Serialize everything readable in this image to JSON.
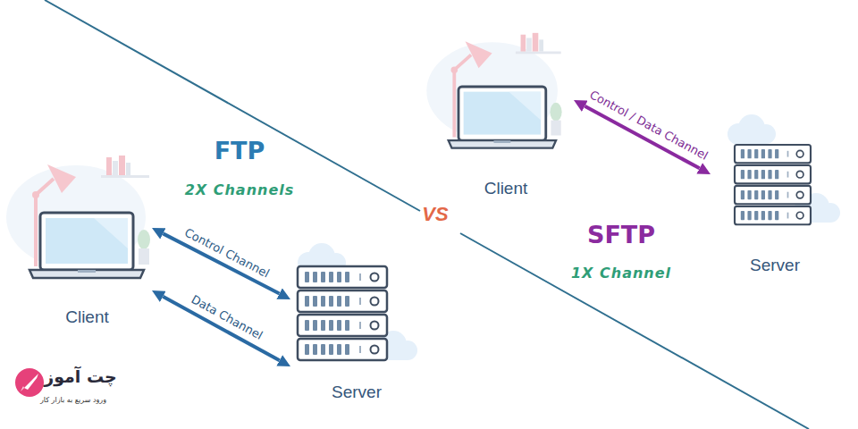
{
  "diagram": {
    "nodes": [
      {
        "text": [
          "Client"
        ]
      },
      {
        "text": [
          "Server"
        ]
      },
      {
        "text": [
          "Client"
        ]
      },
      {
        "text": [
          "Server"
        ]
      }
    ],
    "edges": [
      {
        "from": 0,
        "to": 1,
        "label": "Control Channel",
        "arrow": "both"
      },
      {
        "from": 0,
        "to": 1,
        "label": "Data Channel",
        "arrow": "both"
      },
      {
        "from": 2,
        "to": 3,
        "label": "Control / Data Channel",
        "arrow": "both"
      }
    ],
    "labels": [
      "FTP",
      "2X Channels",
      "VS",
      "SFTP",
      "1X Channel",
      "چت آموز",
      "ورود سریع به بازار کار"
    ]
  }
}
